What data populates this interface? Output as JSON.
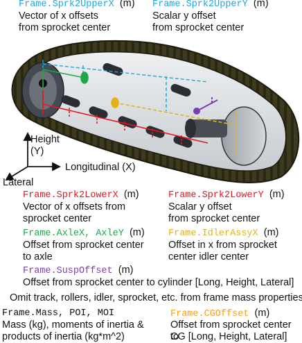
{
  "colors": {
    "cyan": "#1fa7dd",
    "red": "#e4161c",
    "green": "#1fa84a",
    "yellow": "#e0b419",
    "purple": "#7b3db0",
    "orange": "#f6a018",
    "black": "#111111"
  },
  "top": {
    "upperX": {
      "name": "Frame.Sprk2UpperX",
      "unit": "(m)",
      "desc1": "Vector of x offsets",
      "desc2": "from sprocket center"
    },
    "upperY": {
      "name": "Frame.Sprk2UpperY",
      "unit": "(m)",
      "desc1": "Scalar y offset",
      "desc2": "from sprocket center"
    }
  },
  "axes": {
    "height": "Height",
    "height_sym": "(Y)",
    "longitudinal": "Longitudinal (X)",
    "lateral": "Lateral"
  },
  "params": {
    "lowerX": {
      "name": "Frame.Sprk2LowerX",
      "unit": "(m)",
      "desc1": "Vector of x offsets from",
      "desc2": "sprocket center"
    },
    "lowerY": {
      "name": "Frame.Sprk2LowerY",
      "unit": "(m)",
      "desc1": "Scalar y offset",
      "desc2": "from sprocket center"
    },
    "axle": {
      "name": "Frame.AxleX, AxleY",
      "unit": "(m)",
      "desc1": "Offset from sprocket center",
      "desc2": "to axle"
    },
    "idler": {
      "name": "Frame.IdlerAssyX",
      "unit": "(m)",
      "desc1": "Offset in x from sprocket",
      "desc2": "center idler center"
    },
    "susp": {
      "name": "Frame.SuspOffset",
      "unit": "(m)",
      "desc1": "Offset from sprocket center to cylinder [Long, Height, Lateral]"
    },
    "omit": "Omit track, rollers, idler, sprocket, etc. from frame mass properties",
    "mass": {
      "name": "Frame.Mass, POI, MOI",
      "desc1": "Mass (kg), moments of inertia &",
      "desc2": "products of inertia (kg*m^2)"
    },
    "cg": {
      "name": "Frame.CGOffset",
      "unit": "(m)",
      "desc1": "Offset from sprocket center to",
      "desc2": "CG [Long, Height, Lateral]"
    }
  }
}
